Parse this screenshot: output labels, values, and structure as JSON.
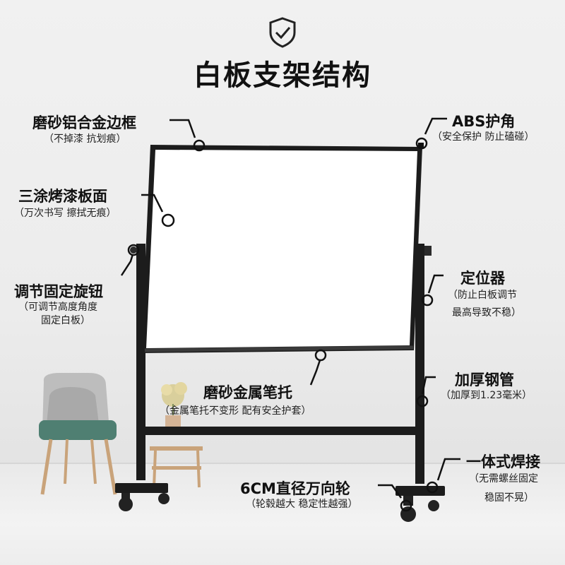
{
  "header": {
    "title": "白板支架结构",
    "icon": "shield-check-icon"
  },
  "callouts": {
    "frame": {
      "title": "磨砂铝合金边框",
      "sub": "（不掉漆 抗划痕）"
    },
    "abs": {
      "title": "ABS护角",
      "sub": "（安全保护 防止磕碰）"
    },
    "surface": {
      "title": "三涂烤漆板面",
      "sub": "（万次书写 擦拭无痕）"
    },
    "knob": {
      "title": "调节固定旋钮",
      "sub1": "（可调节高度角度",
      "sub2": "固定白板）"
    },
    "locator": {
      "title": "定位器",
      "sub1": "（防止白板调节",
      "sub2": "最高导致不稳）"
    },
    "tray": {
      "title": "磨砂金属笔托",
      "sub": "（金属笔托不变形 配有安全护套）"
    },
    "tube": {
      "title": "加厚钢管",
      "sub": "（加厚到1.23毫米）"
    },
    "weld": {
      "title": "一体式焊接",
      "sub1": "（无需螺丝固定",
      "sub2": "稳固不晃）"
    },
    "wheel": {
      "title": "6CM直径万向轮",
      "sub": "（轮毂越大 稳定性越强）"
    }
  },
  "colors": {
    "frame": "#1c1c1c",
    "board": "#ffffff",
    "chair_seat": "#4f7f72",
    "chair_shell": "#bdbdbd",
    "wood": "#c9a37a"
  }
}
